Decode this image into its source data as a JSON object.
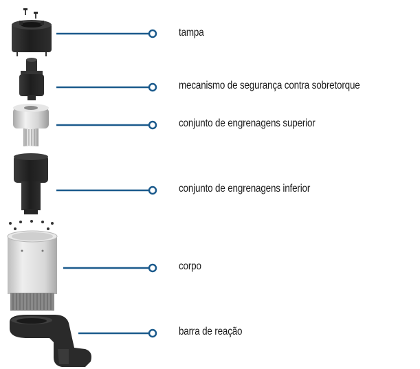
{
  "colors": {
    "leader_line": "#1b5a8c",
    "label_text": "#1a1a1a",
    "part_dark": "#2b2b2b",
    "part_mid": "#5a5a5a",
    "part_light": "#c9c9c9",
    "part_silver": "#dcdcdc"
  },
  "parts": [
    {
      "id": "tampa",
      "label": "tampa"
    },
    {
      "id": "overtorque",
      "label": "mecanismo de segurança contra sobretorque"
    },
    {
      "id": "upper-gears",
      "label": "conjunto de engrenagens superior"
    },
    {
      "id": "lower-gears",
      "label": "conjunto de engrenagens inferior"
    },
    {
      "id": "corpo",
      "label": "corpo"
    },
    {
      "id": "reaction-bar",
      "label": "barra de reação"
    }
  ]
}
